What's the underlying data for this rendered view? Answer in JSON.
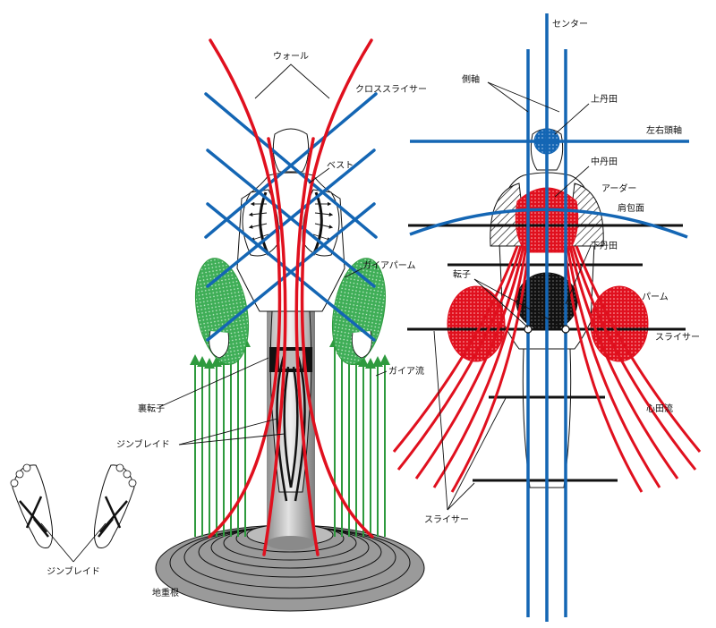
{
  "colors": {
    "red": "#e0101e",
    "blue": "#1466b4",
    "green": "#2e9a3e",
    "green_fill": "#3fae57",
    "black": "#000000",
    "gray": "#a8a8a8",
    "dark": "#1c1c1c"
  },
  "labels": {
    "wall": "ウォール",
    "cross_riser": "クロススライサー",
    "vest": "ベスト",
    "gaia_palm": "ガイアパーム",
    "gaia_flow": "ガイア流",
    "back_trochanter": "裏転子",
    "jinblade_center": "ジンブレイド",
    "jinblade_feet": "ジンブレイド",
    "earth_root": "地重根",
    "center": "センター",
    "side_axis": "側軸",
    "upper_dantian": "上丹田",
    "lr_head_axis": "左右頭軸",
    "middle_dantian": "中丹田",
    "arder": "アーダー",
    "shoulder_wrap": "肩包面",
    "lower_dantian": "下丹田",
    "trochanter": "転子",
    "palm": "パーム",
    "riser_right": "スライサー",
    "heart_flow": "心田流",
    "riser_bottom": "スライサー"
  }
}
